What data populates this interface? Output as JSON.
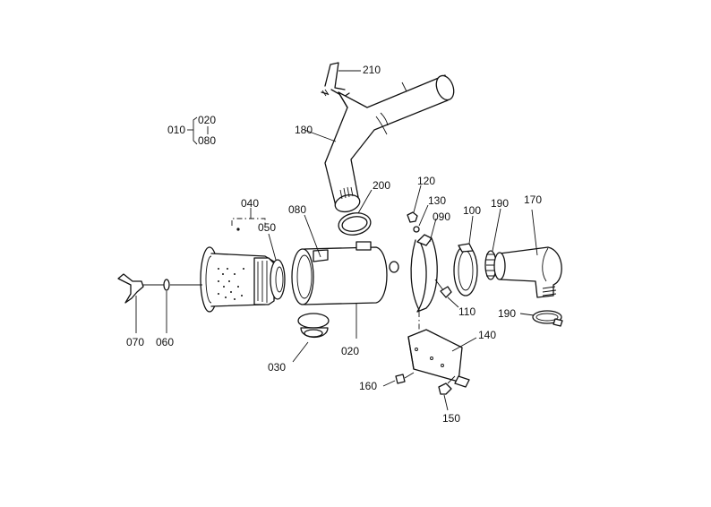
{
  "labels": {
    "p010": "010",
    "p020a": "020",
    "p080a": "080",
    "p210": "210",
    "p180": "180",
    "p200": "200",
    "p120": "120",
    "p130": "130",
    "p090": "090",
    "p100": "100",
    "p190a": "190",
    "p170": "170",
    "p040": "040",
    "p050": "050",
    "p080b": "080",
    "p070": "070",
    "p060": "060",
    "p030": "030",
    "p020b": "020",
    "p110": "110",
    "p190b": "190",
    "p140": "140",
    "p160": "160",
    "p150": "150"
  },
  "colors": {
    "line": "#111111",
    "background": "#ffffff"
  }
}
